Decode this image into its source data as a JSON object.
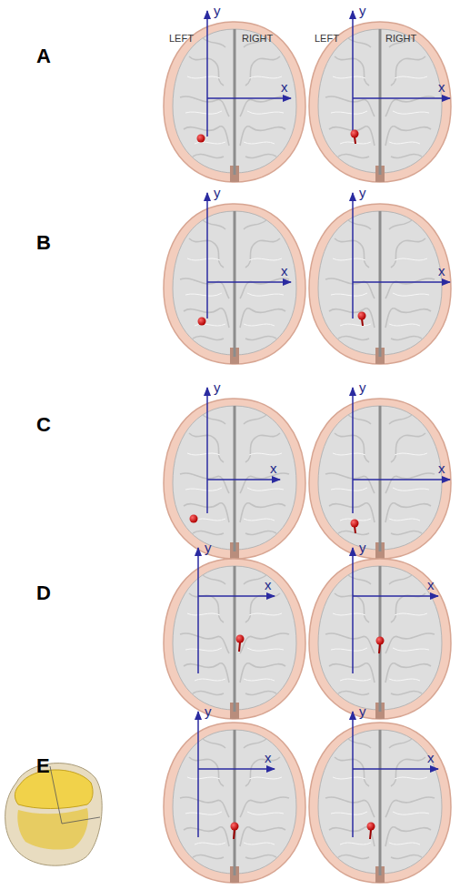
{
  "diagram": {
    "labels": [
      "A",
      "LEFT",
      "RIGHT",
      "LEFT",
      "RIGHT",
      "y",
      "x",
      "y",
      "x",
      "B",
      "y",
      "x",
      "y",
      "x",
      "C",
      "y",
      "x",
      "y",
      "x",
      "D",
      "y",
      "x",
      "y",
      "x",
      "E",
      "y",
      "x",
      "y",
      "x"
    ]
  }
}
